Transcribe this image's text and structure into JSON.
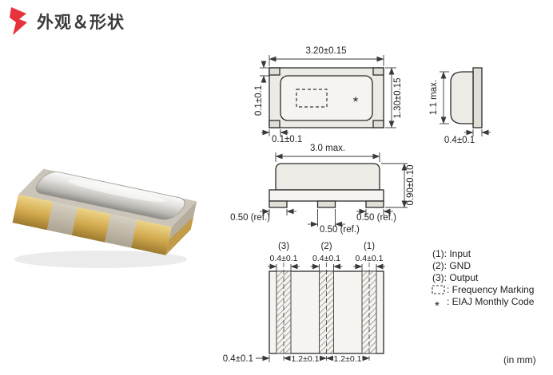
{
  "header": {
    "title": "外观＆形状"
  },
  "top_view": {
    "width_dim": "3.20±0.15",
    "height_dim": "1.30±0.15",
    "corner_dim_left": "0.1±0.1",
    "corner_dim_bottom": "0.1±0.1",
    "monthly_code_mark": "*"
  },
  "side_view": {
    "height_dim": "1.1 max.",
    "width_dim": "0.4±0.1"
  },
  "front_view": {
    "width_dim": "3.0 max.",
    "height_dim": "0.90±0.10",
    "left_pad_dim": "0.50 (ref.)",
    "right_pad_dim": "0.50 (ref.)",
    "center_pad_dim": "0.50 (ref.)"
  },
  "bottom_view": {
    "pad_labels": [
      "(3)",
      "(2)",
      "(1)"
    ],
    "pad_width_dims": [
      "0.4±0.1",
      "0.4±0.1",
      "0.4±0.1"
    ],
    "edge_to_pad_dim": "0.4±0.1",
    "pitch_dims": [
      "1.2±0.1",
      "1.2±0.1"
    ]
  },
  "legend": {
    "pin1": "(1): Input",
    "pin2": "(2): GND",
    "pin3": "(3): Output",
    "frequency_marking": ": Frequency Marking",
    "monthly_code_star": "*",
    "monthly_code": ": EIAJ Monthly Code"
  },
  "unit_note": "(in mm)",
  "colors": {
    "accent_red": "#e8323c",
    "line": "#3a3a3a"
  }
}
